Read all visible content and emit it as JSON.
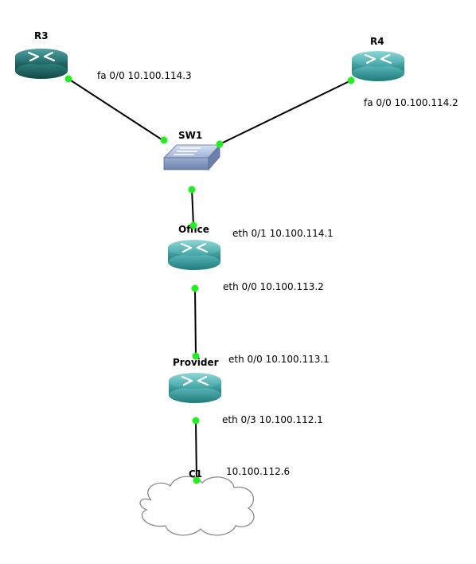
{
  "nodes": {
    "r3": {
      "name": "R3",
      "type": "router",
      "color": "#1d6a6a"
    },
    "r4": {
      "name": "R4",
      "type": "router",
      "color": "#3aa3a3"
    },
    "sw1": {
      "name": "SW1",
      "type": "switch",
      "color": "#8ea2c4"
    },
    "office": {
      "name": "Office",
      "type": "router",
      "color": "#2f9898"
    },
    "provider": {
      "name": "Provider",
      "type": "router",
      "color": "#2f9898"
    },
    "c1": {
      "name": "C1",
      "type": "cloud"
    }
  },
  "interfaces": {
    "r3": "fa 0/0 10.100.114.3",
    "r4": "fa 0/0 10.100.114.2",
    "office_up": "eth 0/1 10.100.114.1",
    "office_down": "eth 0/0 10.100.113.2",
    "provider_up": "eth 0/0 10.100.113.1",
    "provider_down": "eth 0/3 10.100.112.1",
    "c1": "10.100.112.6"
  },
  "colors": {
    "link": "#000000",
    "port_dot": "#22ee22"
  }
}
